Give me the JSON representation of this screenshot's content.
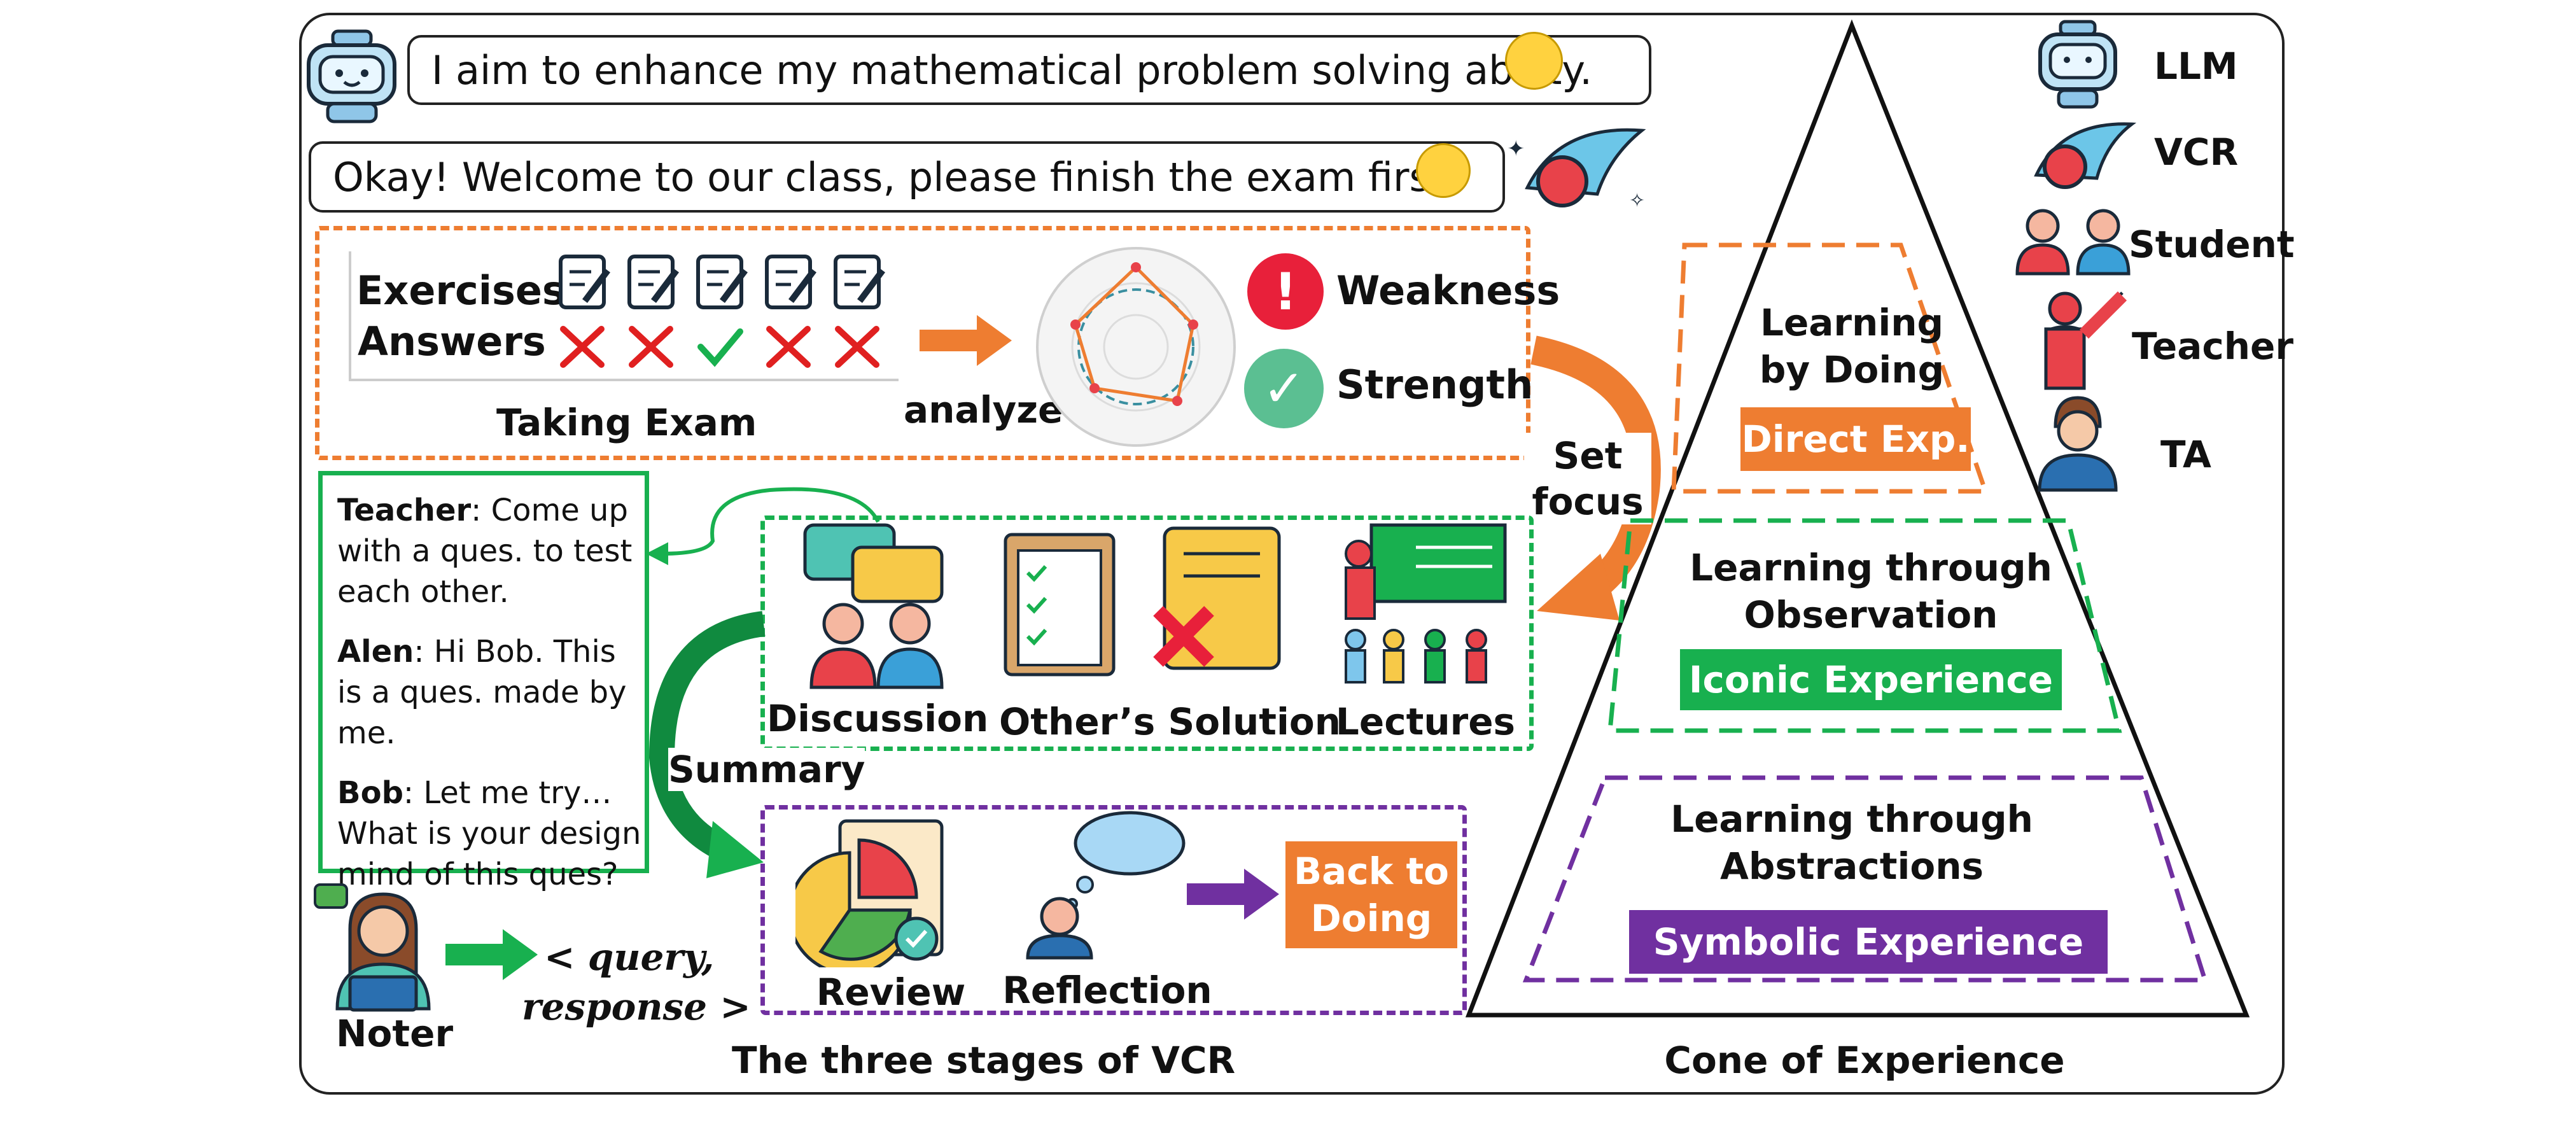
{
  "user_message": "I aim to enhance my mathematical problem solving ability.",
  "ai_message": "Okay! Welcome to our class, please finish the exam first.",
  "exam": {
    "exercises_label": "Exercises",
    "answers_label": "Answers",
    "answers": [
      "wrong",
      "wrong",
      "correct",
      "wrong",
      "wrong"
    ],
    "caption": "Taking Exam",
    "analyze_label": "analyze",
    "weakness_label": "Weakness",
    "strength_label": "Strength",
    "set_focus_label": "Set\nfocus"
  },
  "dialog": {
    "lines": [
      {
        "speaker": "Teacher",
        "text": ": Come up with a ques.  to test each other."
      },
      {
        "speaker": "Alen",
        "text": ": Hi Bob. This is a ques. made by me."
      },
      {
        "speaker": "Bob",
        "text": ": Let me try… What is your design mind of this ques?"
      }
    ]
  },
  "observation_stage": {
    "items": [
      "Discussion",
      "Other’s Solution",
      "Lectures"
    ]
  },
  "summary_label": "Summary",
  "doing_stage": {
    "items": [
      "Review",
      "Reflection"
    ],
    "back_label": "Back to\nDoing"
  },
  "noter": {
    "label": "Noter",
    "output_line1": "< query,",
    "output_line2": "response >"
  },
  "stages_caption": "The three stages of VCR",
  "cone": {
    "caption": "Cone of Experience",
    "levels": [
      {
        "title": "Learning\nby Doing",
        "tag": "Direct Exp.",
        "color": "#ee7d31"
      },
      {
        "title": "Learning through\nObservation",
        "tag": "Iconic Experience",
        "color": "#18b04f"
      },
      {
        "title": "Learning through\nAbstractions",
        "tag": "Symbolic Experience",
        "color": "#7030a0"
      }
    ]
  },
  "legend": [
    "LLM",
    "VCR",
    "Student",
    "Teacher",
    "TA"
  ],
  "colors": {
    "orange": "#ee7d31",
    "green": "#18b04f",
    "purple": "#7030a0",
    "red": "#e02020"
  }
}
